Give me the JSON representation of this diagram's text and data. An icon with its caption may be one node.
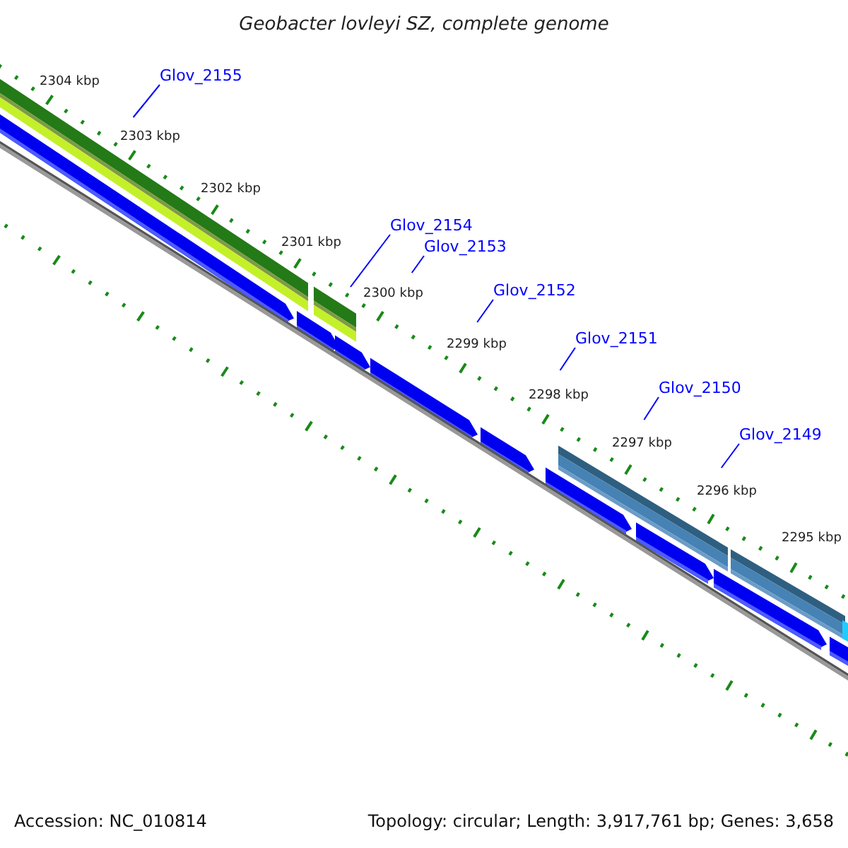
{
  "diagram": {
    "title": "Geobacter lovleyi SZ, complete genome",
    "nodes": [
      {
        "text": [
          "Glov_2155"
        ]
      },
      {
        "text": [
          "Glov_2154"
        ]
      },
      {
        "text": [
          "Glov_2153"
        ]
      },
      {
        "text": [
          "Glov_2152"
        ]
      },
      {
        "text": [
          "Glov_2151"
        ]
      },
      {
        "text": [
          "Glov_2150"
        ]
      },
      {
        "text": [
          "Glov_2149"
        ]
      }
    ],
    "edges": [
      {
        "from": 0,
        "to": null,
        "arrow": "none"
      },
      {
        "from": 1,
        "to": null,
        "arrow": "none"
      },
      {
        "from": 2,
        "to": null,
        "arrow": "none"
      },
      {
        "from": 3,
        "to": null,
        "arrow": "none"
      },
      {
        "from": 4,
        "to": null,
        "arrow": "none"
      },
      {
        "from": 5,
        "to": null,
        "arrow": "none"
      },
      {
        "from": 6,
        "to": null,
        "arrow": "none"
      }
    ],
    "labels": [
      "2304 kbp",
      "2303 kbp",
      "2302 kbp",
      "2301 kbp",
      "2300 kbp",
      "2299 kbp",
      "2298 kbp",
      "2297 kbp",
      "2296 kbp",
      "2295 kbp",
      "Accession: NC_010814",
      "Topology: circular; Length: 3,917,761 bp; Genes: 3,658"
    ]
  }
}
